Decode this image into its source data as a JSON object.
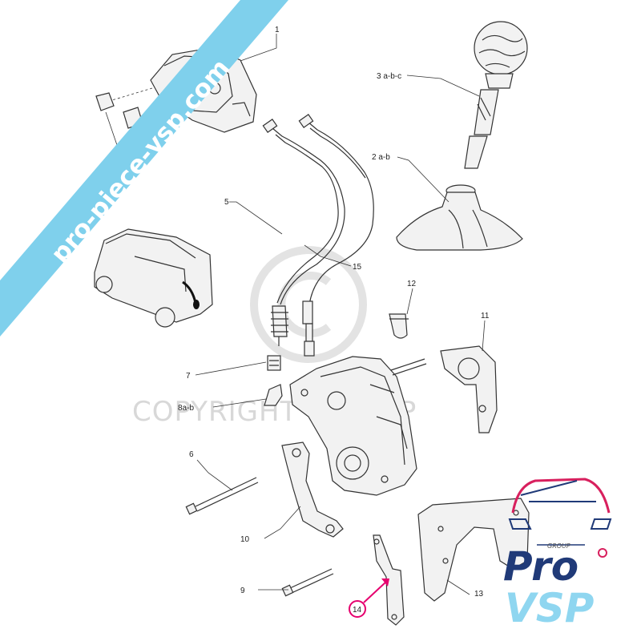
{
  "watermark": {
    "banner_text": "pro-piece-vsp.com",
    "copyright_text": "COPYRIGHT Pro VSP"
  },
  "callouts": {
    "c1": "1",
    "c2": "2 a-b",
    "c3": "3 a-b-c",
    "c5": "5",
    "c6": "6",
    "c7": "7",
    "c8": "8a-b",
    "c9": "9",
    "c10": "10",
    "c11": "11",
    "c12": "12",
    "c13": "13",
    "c14": "14",
    "c15": "15"
  },
  "logo": {
    "group": "GROUP",
    "pro": "Pro",
    "vsp": "VSP"
  },
  "colors": {
    "banner": "#7fd0ec",
    "highlight": "#e6006e",
    "logo_navy": "#203a78",
    "logo_light": "#8fd6f0",
    "logo_pink": "#d8205e"
  }
}
